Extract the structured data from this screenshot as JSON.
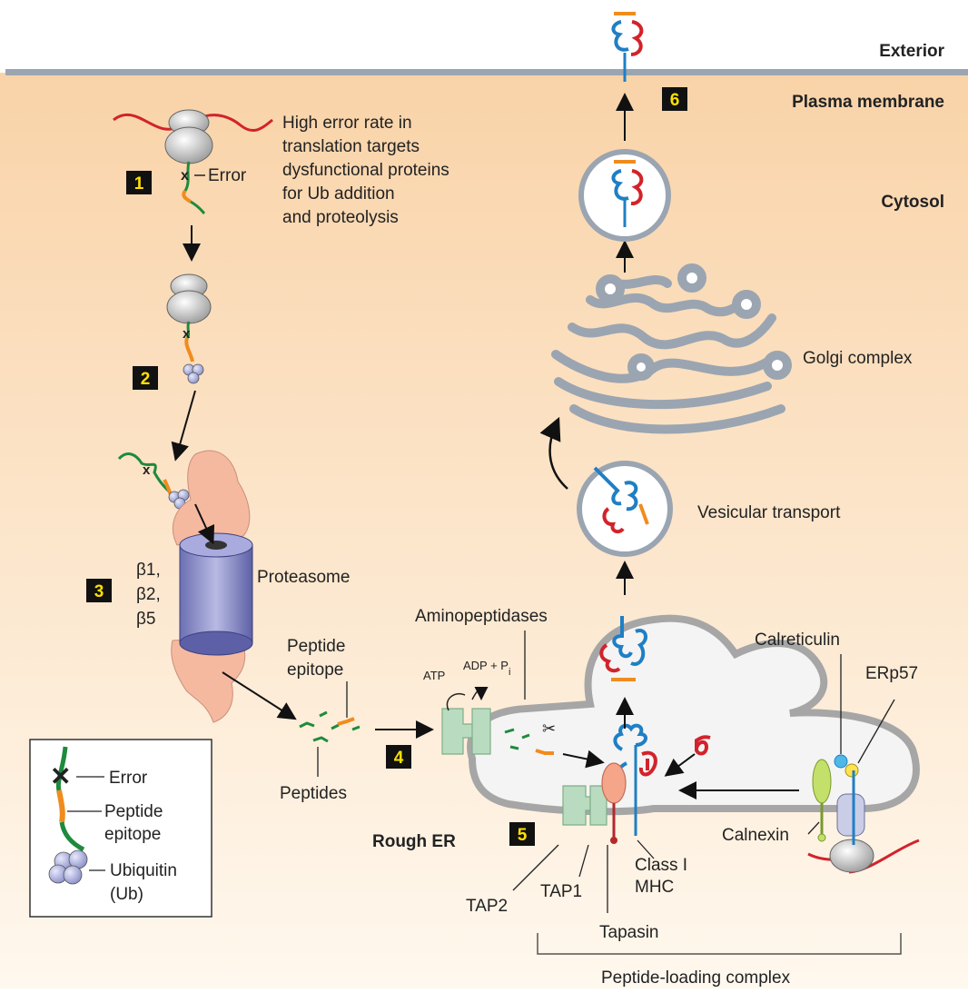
{
  "regions": {
    "exterior": "Exterior",
    "plasma_membrane": "Plasma membrane",
    "cytosol": "Cytosol",
    "rough_er": "Rough ER"
  },
  "steps": [
    "1",
    "2",
    "3",
    "4",
    "5",
    "6"
  ],
  "step1_text": [
    "High error rate in",
    "translation targets",
    "dysfunctional proteins",
    "for Ub addition",
    "and proteolysis"
  ],
  "labels": {
    "error": "Error",
    "proteasome": "Proteasome",
    "beta_subunits": [
      "β1,",
      "β2,",
      "β5"
    ],
    "peptide_epitope": [
      "Peptide",
      "epitope"
    ],
    "peptides": "Peptides",
    "aminopeptidases": "Aminopeptidases",
    "atp": "ATP",
    "adp": "ADP + P",
    "adp_sub": "i",
    "tap2": "TAP2",
    "tap1": "TAP1",
    "tapasin": "Tapasin",
    "class_i_mhc": [
      "Class I",
      "MHC"
    ],
    "calreticulin": "Calreticulin",
    "erp57": "ERp57",
    "calnexin": "Calnexin",
    "vesicular_transport": "Vesicular transport",
    "golgi_complex": "Golgi complex",
    "peptide_loading_complex": "Peptide-loading complex"
  },
  "legend": {
    "error": "Error",
    "peptide_epitope": [
      "Peptide",
      "epitope"
    ],
    "ubiquitin": [
      "Ubiquitin",
      "(Ub)"
    ]
  },
  "colors": {
    "cytosol_top": "#f9d3a8",
    "cytosol_bottom": "#fff6ea",
    "membrane": "#9aa5b1",
    "mhc_blue": "#1f7fc4",
    "mhc_red": "#d2232a",
    "peptide_orange": "#f08c1e",
    "chain_green": "#1e8a3c",
    "tap_green": "#b9dcc0",
    "proteasome_body": "#8e90c9",
    "proteasome_cap": "#f5b9a0",
    "ubiquitin": "#a9aedb",
    "step_box": "#111111",
    "step_text": "#ffe000"
  }
}
